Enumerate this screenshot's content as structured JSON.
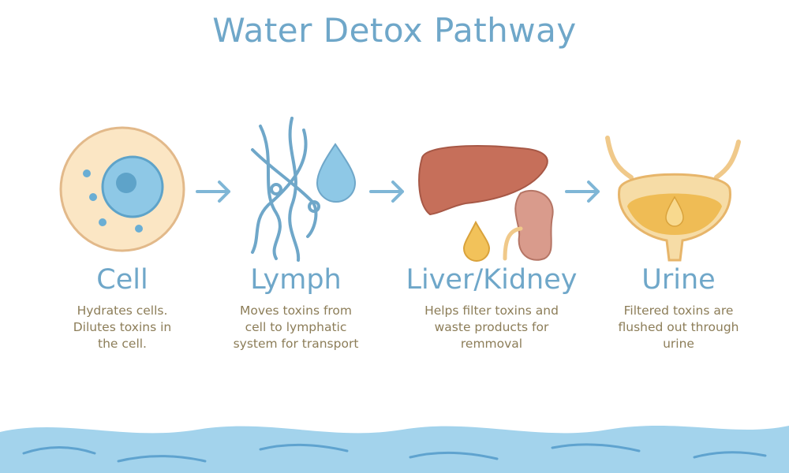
{
  "title": "Water Detox Pathway",
  "steps": [
    {
      "label": "Cell",
      "description": "Hydrates cells. Dilutes toxins in the cell."
    },
    {
      "label": "Lymph",
      "description": "Moves toxins from cell to lymphatic system for transport"
    },
    {
      "label": "Liver/Kidney",
      "description": "Helps filter toxins and waste products for remmoval"
    },
    {
      "label": "Urine",
      "description": "Filtered toxins are flushed out through urine"
    }
  ],
  "colors": {
    "title": "#6fa7c9",
    "text": "#8c7d58",
    "water": "#a3d3ec"
  }
}
